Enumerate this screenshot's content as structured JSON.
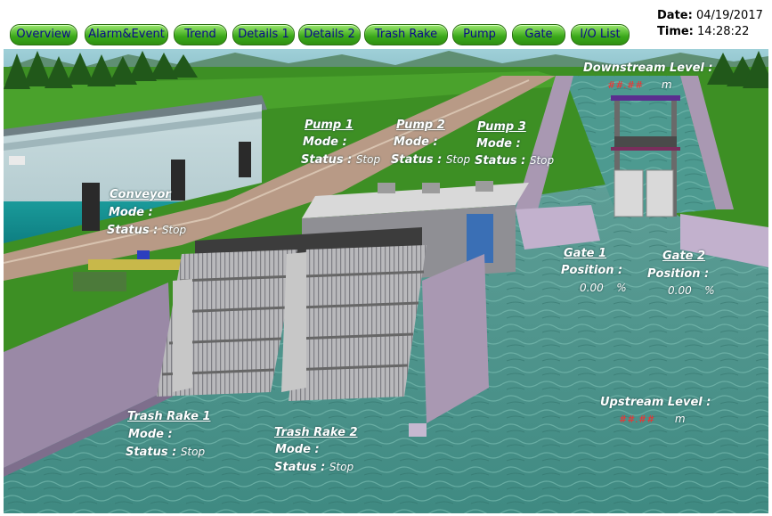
{
  "nav": {
    "overview": "Overview",
    "alarm_event": "Alarm&Event",
    "trend": "Trend",
    "details1": "Details 1",
    "details2": "Details 2",
    "trash_rake": "Trash Rake",
    "pump": "Pump",
    "gate": "Gate",
    "io_list": "I/O List"
  },
  "datetime": {
    "date_label": "Date:",
    "date_value": "04/19/2017",
    "time_label": "Time:",
    "time_value": "14:28:22"
  },
  "labels": {
    "mode": "Mode :",
    "status": "Status :",
    "position": "Position :"
  },
  "equipment": {
    "conveyor": {
      "title": "Conveyor",
      "status": "Stop"
    },
    "pump1": {
      "title": "Pump 1",
      "status": "Stop"
    },
    "pump2": {
      "title": "Pump 2",
      "status": "Stop"
    },
    "pump3": {
      "title": "Pump 3",
      "status": "Stop"
    },
    "trash_rake1": {
      "title": "Trash Rake 1",
      "status": "Stop"
    },
    "trash_rake2": {
      "title": "Trash Rake 2",
      "status": "Stop"
    },
    "gate1": {
      "title": "Gate 1",
      "position": "0.00",
      "unit": "%"
    },
    "gate2": {
      "title": "Gate 2",
      "position": "0.00",
      "unit": "%"
    }
  },
  "levels": {
    "downstream": {
      "title": "Downstream Level :",
      "value": "##.##",
      "unit": "m"
    },
    "upstream": {
      "title": "Upstream Level :",
      "value": "##.##",
      "unit": "m"
    }
  }
}
